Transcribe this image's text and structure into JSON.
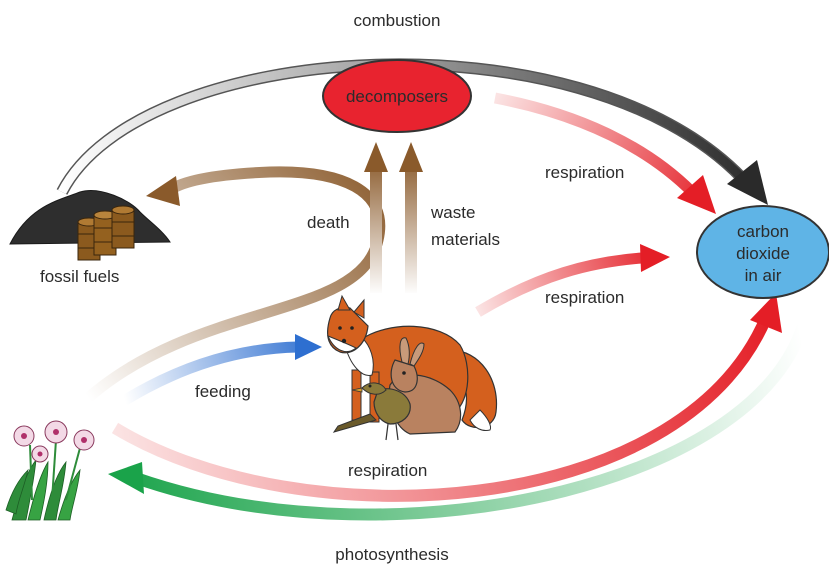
{
  "labels": {
    "combustion": "combustion",
    "respiration_decomposers": "respiration",
    "respiration_animals": "respiration",
    "respiration_plants": "respiration",
    "death": "death",
    "waste_line1": "waste",
    "waste_line2": "materials",
    "feeding": "feeding",
    "photosynthesis": "photosynthesis"
  },
  "nodes": {
    "decomposers": "decomposers",
    "carbon_line1": "carbon",
    "carbon_line2": "dioxide",
    "carbon_line3": "in air",
    "fossil_fuels": "fossil fuels"
  },
  "colors": {
    "decomposers_fill": "#e8232f",
    "carbon_fill": "#5fb4e6",
    "combustion_arrow": "#333333",
    "respiration_arrow": "#e41e26",
    "death_arrow": "#8a5a2b",
    "feeding_arrow": "#2e6fd0",
    "photosynthesis_arrow": "#1aa34a"
  },
  "icons": [
    "fossil-fuel-barrels-icon",
    "fox-icon",
    "hare-icon",
    "bird-icon",
    "flower-plant-icon"
  ]
}
